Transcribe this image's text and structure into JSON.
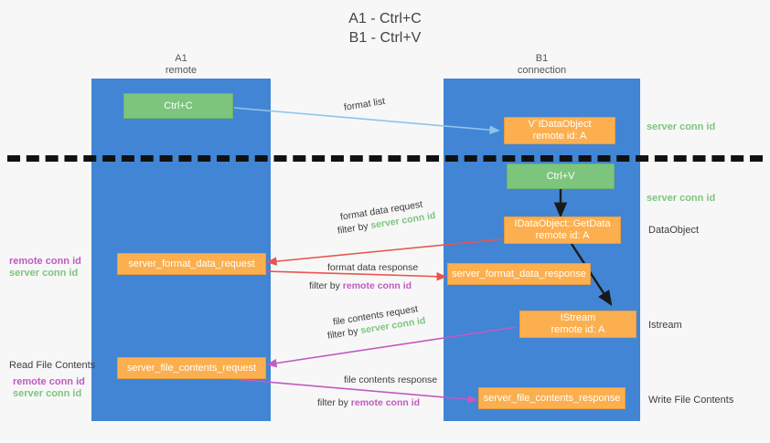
{
  "title": {
    "line1": "A1 - Ctrl+C",
    "line2": "B1 - Ctrl+V"
  },
  "columns": [
    {
      "name": "A1",
      "role": "remote"
    },
    {
      "name": "B1",
      "role": "connection"
    }
  ],
  "boxes": {
    "ctrl_c": "Ctrl+C",
    "ctrl_v": "Ctrl+V",
    "idataobject_line1": "V´IDataObject",
    "idataobject_line2": "remote id: A",
    "getdata_line1": "IDataObject::GetData",
    "getdata_line2": "remote id: A",
    "istream_line1": "IStream",
    "istream_line2": "remote id: A",
    "server_format_data_request": "server_format_data_request",
    "server_format_data_response": "server_format_data_response",
    "server_file_contents_request": "server_file_contents_request",
    "server_file_contents_response": "server_file_contents_response"
  },
  "right_labels": {
    "server_conn_id_1": "server conn id",
    "server_conn_id_2": "server conn id",
    "dataobject": "DataObject",
    "istream": "Istream",
    "write_file_contents": "Write File Contents"
  },
  "left_labels": {
    "remote_conn_id_1": "remote conn id",
    "server_conn_id_1": "server conn id",
    "read_file_contents": "Read File Contents",
    "remote_conn_id_2": "remote conn id",
    "server_conn_id_2": "server conn id"
  },
  "edges": {
    "format_list": "format list",
    "format_data_request": "format data request",
    "format_data_request_filter_pre": "filter by",
    "format_data_request_filter_val": "server conn id",
    "format_data_response": "format data response",
    "format_data_response_filter_pre": "filter by",
    "format_data_response_filter_val": "remote conn id",
    "file_contents_request": "file contents request",
    "file_contents_request_filter_pre": "filter by",
    "file_contents_request_filter_val": "server conn id",
    "file_contents_response": "file contents response",
    "file_contents_response_filter_pre": "filter by",
    "file_contents_response_filter_val": "remote conn id"
  },
  "colors": {
    "lane": "#4285d4",
    "orange": "#fcaf4e",
    "green": "#7dc57d",
    "arrow_blue": "#8ec4ec",
    "arrow_red": "#e8554e",
    "arrow_magenta": "#c15ac1",
    "arrow_black": "#1a1a1a",
    "server_conn_id": "#7dc57d",
    "remote_conn_id": "#c15ac1",
    "background": "#f7f7f7"
  }
}
